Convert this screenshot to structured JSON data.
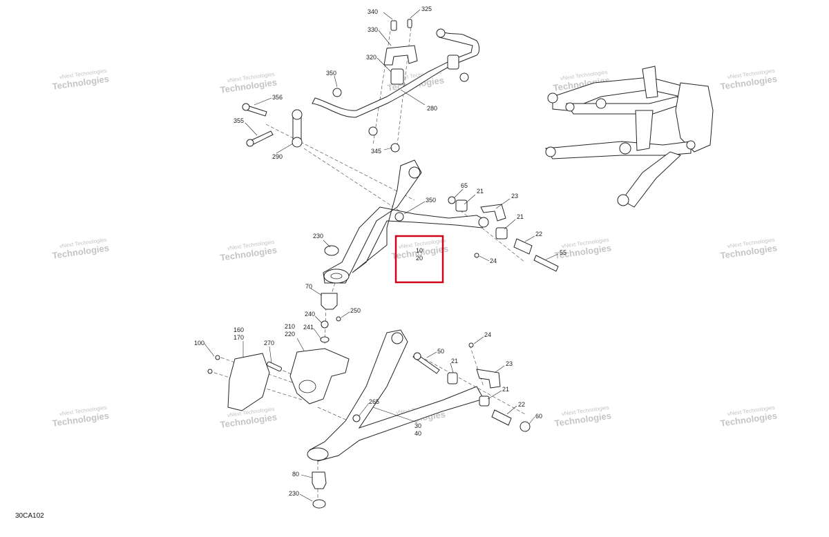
{
  "diagram": {
    "reference": "30CA102",
    "watermark_line1": "vNext Technologies",
    "watermark_line2": "Technologies",
    "callouts": {
      "c340": "340",
      "c325": "325",
      "c330": "330",
      "c320": "320",
      "c350a": "350",
      "c356": "356",
      "c355": "355",
      "c290": "290",
      "c345": "345",
      "c280": "280",
      "c65": "65",
      "c21a": "21",
      "c23a": "23",
      "c350b": "350",
      "c21b": "21",
      "c22a": "22",
      "c230a": "230",
      "c10": "10",
      "c20": "20",
      "c24a": "24",
      "c55": "55",
      "c70": "70",
      "c240": "240",
      "c250": "250",
      "c241": "241",
      "c210": "210",
      "c220": "220",
      "c160": "160",
      "c170": "170",
      "c100": "100",
      "c270": "270",
      "c24b": "24",
      "c50": "50",
      "c21c": "21",
      "c23b": "23",
      "c21d": "21",
      "c22b": "22",
      "c60": "60",
      "c265": "265",
      "c30": "30",
      "c40": "40",
      "c80": "80",
      "c230b": "230"
    },
    "highlight_box_color": "#d0021b"
  }
}
